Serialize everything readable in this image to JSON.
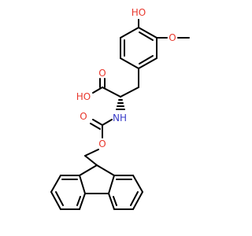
{
  "molecule": {
    "atom_labels": {
      "phenol_oh": "HO",
      "methoxy_o": "O",
      "acid_oh": "HO",
      "acid_carbonyl_o": "O",
      "amide_nh": "NH",
      "carbamate_carbonyl_o": "O",
      "carbamate_ester_o": "O"
    },
    "colors": {
      "oxygen": "#e8372c",
      "nitrogen": "#3a3dc8",
      "carbon_bond": "#000000",
      "background": "#ffffff"
    }
  }
}
